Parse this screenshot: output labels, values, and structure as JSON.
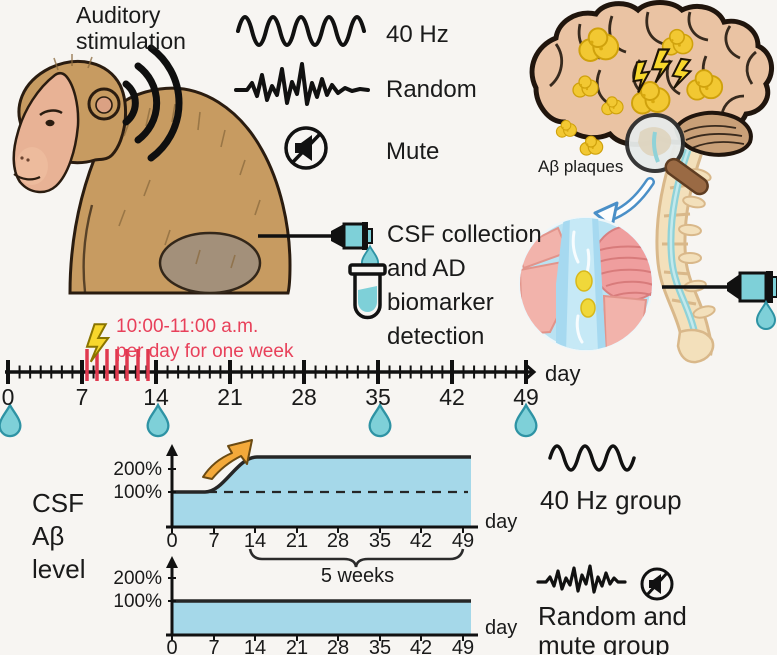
{
  "header": {
    "auditory": "Auditory\nstimulation"
  },
  "stimuli": {
    "hz40": "40 Hz",
    "random": "Random",
    "mute": "Mute",
    "icons": [
      "sine-wave-icon",
      "random-wave-icon",
      "mute-speaker-icon"
    ]
  },
  "brain": {
    "plaques_label": "Aβ plaques"
  },
  "procedure": {
    "csf_label": "CSF collection\nand AD\nbiomarker\ndetection"
  },
  "timeline": {
    "note": "10:00-11:00 a.m.\nper day for one week",
    "axis_label": "day",
    "ticks": [
      "0",
      "7",
      "14",
      "21",
      "28",
      "35",
      "42",
      "49"
    ],
    "stimulation_red_tick_count": 7,
    "stimulation_window_days": "7-14",
    "csf_sampling_days": [
      "0",
      "14",
      "35",
      "49"
    ]
  },
  "charts": {
    "ylabel": "CSF\nAβ\nlevel",
    "brace_label": "5 weeks",
    "chart1": {
      "y200": "200%",
      "y100": "100%",
      "xaxis": "day",
      "group": "40 Hz group"
    },
    "chart2": {
      "y200": "200%",
      "y100": "100%",
      "xaxis": "day",
      "group": "Random and\nmute group"
    }
  },
  "chart_data": [
    {
      "type": "area",
      "title": "40 Hz group",
      "xlabel": "day",
      "x": [
        0,
        7,
        14,
        21,
        28,
        35,
        42,
        49
      ],
      "x_tick_labels": [
        "0",
        "7",
        "14",
        "21",
        "28",
        "35",
        "42",
        "49"
      ],
      "values_percent": [
        100,
        110,
        230,
        235,
        235,
        235,
        235,
        235
      ],
      "baseline_dashed_percent": 100,
      "ytick_labels": [
        "200%",
        "100%"
      ],
      "ylim_percent": [
        0,
        260
      ],
      "annotation": "rising-orange-arrow",
      "fill_color": "#a5d8e9"
    },
    {
      "type": "area",
      "title": "Random and mute group",
      "xlabel": "day",
      "x": [
        0,
        7,
        14,
        21,
        28,
        35,
        42,
        49
      ],
      "x_tick_labels": [
        "0",
        "7",
        "14",
        "21",
        "28",
        "35",
        "42",
        "49"
      ],
      "values_percent": [
        100,
        100,
        100,
        100,
        100,
        100,
        100,
        100
      ],
      "ytick_labels": [
        "200%",
        "100%"
      ],
      "ylim_percent": [
        0,
        260
      ],
      "fill_color": "#a5d8e9"
    }
  ],
  "palette": {
    "background": "#f7f5f2",
    "ink": "#1a1a1a",
    "red_accent": "#e8405a",
    "teal_drop": "#7ed0d8",
    "chart_fill": "#a5d8e9",
    "plaque_yellow": "#f2c832",
    "bolt_yellow": "#f7d72c",
    "orange_arrow": "#f3a93a",
    "brain_tan": "#eac3a3",
    "spine_cream": "#f3e0bb"
  }
}
